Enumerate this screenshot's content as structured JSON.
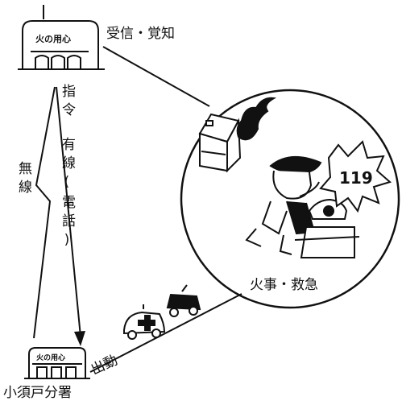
{
  "hq": {
    "sign": "火の用心",
    "caption": "受信・覚知"
  },
  "branch": {
    "sign": "火の用心",
    "name": "小須戸分署"
  },
  "links": {
    "command": "指令",
    "wired": "有線(電話)",
    "wireless": "無線",
    "dispatch": "出動"
  },
  "incident": {
    "label": "火事・救急",
    "phone_number": "119"
  }
}
